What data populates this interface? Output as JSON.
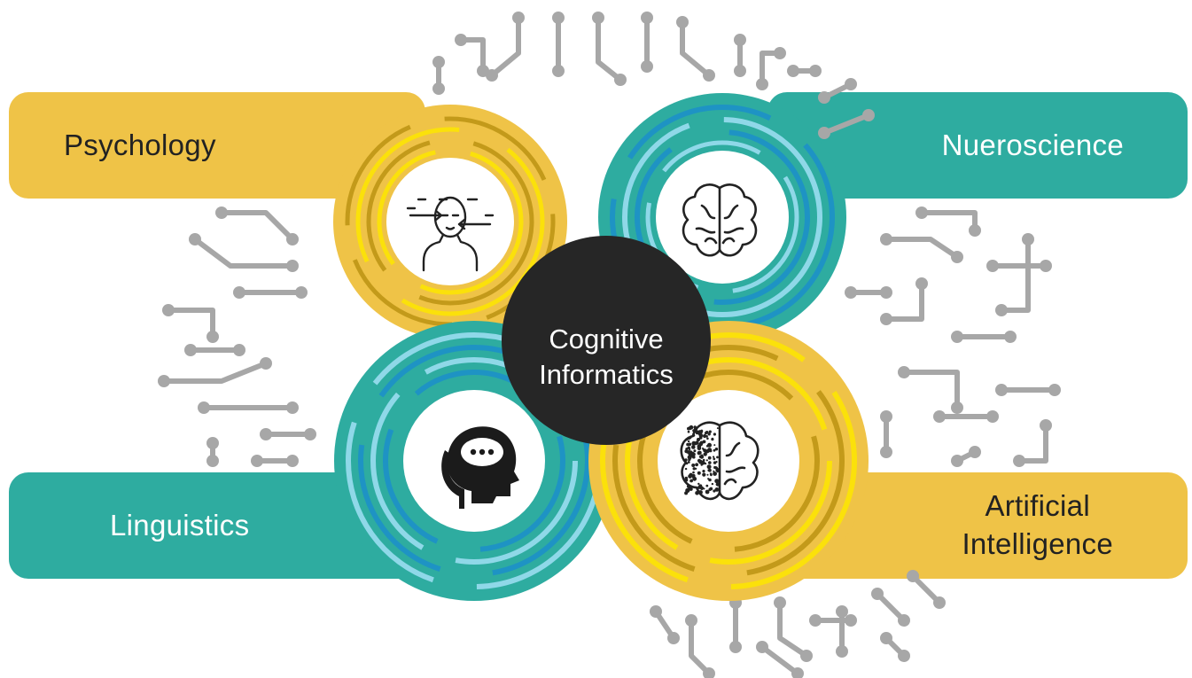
{
  "disciplines": {
    "psychology": {
      "label": "Psychology",
      "icon": "person-focus-icon"
    },
    "neuroscience": {
      "label": "Nueroscience",
      "icon": "brain-icon"
    },
    "linguistics": {
      "label": "Linguistics",
      "icon": "speech-head-icon"
    },
    "ai": {
      "label_line1": "Artificial",
      "label_line2": "Intelligence",
      "icon": "digital-brain-icon"
    }
  },
  "center": {
    "line1": "Cognitive",
    "line2": "Informatics"
  },
  "colors": {
    "yellow": "#efc347",
    "yellow_dark": "#c39a1a",
    "yellow_bright": "#fbe10a",
    "teal": "#2eaca0",
    "teal_light": "#8fd8e8",
    "teal_blue": "#1e93c4",
    "center": "#262626",
    "circuit": "#a7a7a7"
  }
}
